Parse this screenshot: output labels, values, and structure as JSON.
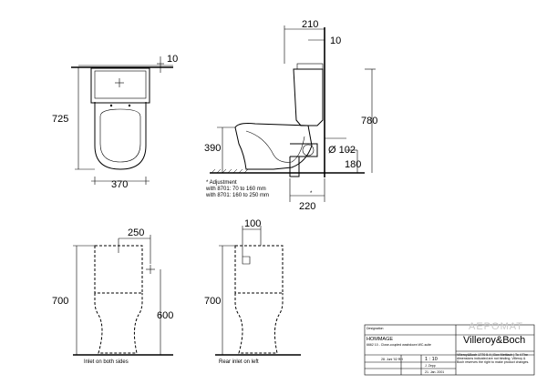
{
  "top_view": {
    "dim_width": "370",
    "dim_height": "725",
    "dim_edge": "10"
  },
  "side_view": {
    "dim_tank_depth": "210",
    "dim_tank_offset": "10",
    "dim_total_height": "780",
    "dim_seat_height": "390",
    "dim_outlet_diameter": "Ø 102",
    "dim_outlet_height": "180",
    "dim_outlet_distance": "220",
    "adjust_note": "* Adjustment",
    "adjust_line1": "with 8701: 70 to 160 mm",
    "adjust_line2": "with 8701: 160 to 250 mm"
  },
  "front_view": {
    "dim_inlet_offset": "250",
    "dim_height": "700",
    "dim_inlet_height": "600",
    "caption": "Inlet on both sides"
  },
  "rear_view": {
    "dim_inlet_offset": "100",
    "dim_height": "700",
    "caption": "Rear inlet on left"
  },
  "title_block": {
    "designation_label": "Designation",
    "product_name": "HOMMAGE",
    "product_code": "6662 10 - Close-coupled washdown WC-suite",
    "scale": "1 : 10",
    "date_drawn": "28. Juni '02 RH",
    "signed": "J. Zepp",
    "date_created": "21. Jan. 2001",
    "brand": "Villeroy&Boch",
    "disclaimer": "Villeroy&Boch 1770 5-4 | Box Mettlach | To 4 The dimensions indicated are not binding. Villeroy & Boch reserves the right to make product changes."
  },
  "watermark": "AEPOMAT"
}
